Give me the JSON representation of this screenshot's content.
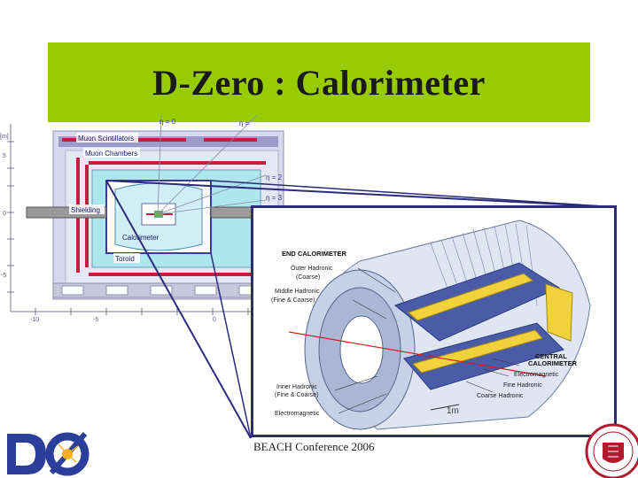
{
  "slide": {
    "title": "D-Zero : Calorimeter",
    "footer": "BEACH Conference 2006"
  },
  "detector": {
    "labels": {
      "muon_scintillators": "Muon Scintillators",
      "muon_chambers": "Muon Chambers",
      "shielding": "Shielding",
      "calorimeter": "Calorimeter",
      "toroid": "Toroid"
    },
    "eta_labels": [
      "η = 0",
      "η =",
      "η = 2",
      "η = 3"
    ],
    "axis_unit": "[m]",
    "y_ticks": [
      "5",
      "0",
      "-5"
    ],
    "x_ticks": [
      "-10",
      "-5",
      "0"
    ]
  },
  "inset": {
    "labels": {
      "end_calorimeter": "END CALORIMETER",
      "outer_hadronic": "Outer Hadronic",
      "outer_hadronic_sub": "(Coarse)",
      "middle_hadronic": "Middle Hadronic",
      "middle_hadronic_sub": "(Fine & Coarse)",
      "central_calorimeter_1": "CENTRAL",
      "central_calorimeter_2": "CALORIMETER",
      "electromagnetic_right": "Electromagnetic",
      "fine_hadronic": "Fine Hadronic",
      "coarse_hadronic": "Coarse Hadronic",
      "inner_hadronic": "Inner Hadronic",
      "inner_hadronic_sub": "(Fine & Coarse)",
      "electromagnetic_left": "Electromagnetic",
      "scale": "1m"
    }
  },
  "colors": {
    "title_bar": "#99cc00",
    "frame": "#2b2b7a"
  }
}
